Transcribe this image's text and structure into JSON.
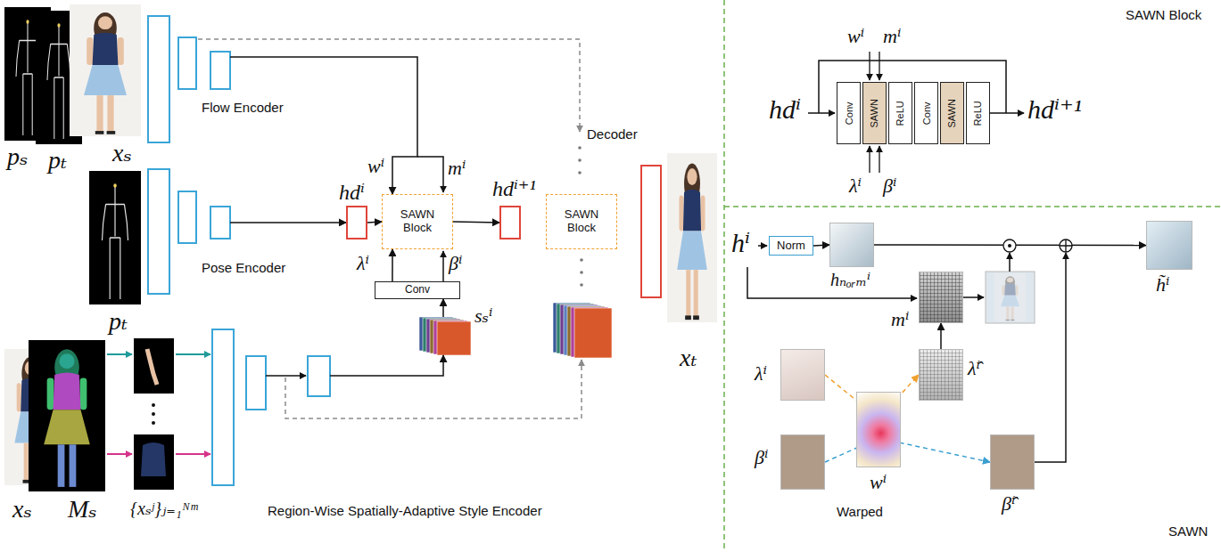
{
  "diagram": {
    "nodes": [
      {
        "text": [
          "Flow Encoder"
        ]
      },
      {
        "text": [
          "Pose Encoder"
        ]
      },
      {
        "text": [
          "Region-Wise Spatially-Adaptive Style Encoder"
        ]
      },
      {
        "text": [
          "hdⁱ"
        ]
      },
      {
        "text": [
          "SAWN Block"
        ]
      },
      {
        "text": [
          "hdⁱ⁺¹"
        ]
      },
      {
        "text": [
          "SAWN Block"
        ]
      },
      {
        "text": [
          "Decoder"
        ]
      },
      {
        "text": [
          "Conv"
        ]
      },
      {
        "text": [
          "sₛⁱ"
        ]
      },
      {
        "text": [
          "Conv"
        ]
      },
      {
        "text": [
          "SAWN"
        ]
      },
      {
        "text": [
          "ReLU"
        ]
      },
      {
        "text": [
          "Conv"
        ]
      },
      {
        "text": [
          "SAWN"
        ]
      },
      {
        "text": [
          "ReLU"
        ]
      },
      {
        "text": [
          "Norm"
        ]
      },
      {
        "text": [
          "hₙₒᵣₘⁱ"
        ]
      },
      {
        "text": [
          "mⁱ"
        ]
      },
      {
        "text": [
          "λⁱ"
        ]
      },
      {
        "text": [
          "λ̂ⁱ"
        ]
      },
      {
        "text": [
          "wⁱ"
        ]
      },
      {
        "text": [
          "βⁱ"
        ]
      },
      {
        "text": [
          "β̂ⁱ"
        ]
      },
      {
        "text": [
          "h̃ⁱ"
        ]
      }
    ],
    "edges": [
      {
        "from": 1,
        "to": 3,
        "arrow": "to"
      },
      {
        "from": 3,
        "to": 4,
        "arrow": "to"
      },
      {
        "from": 4,
        "to": 5,
        "arrow": "to"
      },
      {
        "from": 0,
        "to": 4,
        "arrow": "to"
      },
      {
        "from": 8,
        "to": 4,
        "arrow": "to"
      },
      {
        "from": 9,
        "to": 8,
        "arrow": "to"
      },
      {
        "from": 2,
        "to": 9,
        "arrow": "to"
      },
      {
        "from": 16,
        "to": 17,
        "arrow": "to"
      },
      {
        "from": 17,
        "to": 24,
        "arrow": "to"
      },
      {
        "from": 20,
        "to": 18,
        "arrow": "to"
      },
      {
        "from": 19,
        "to": 20,
        "arrow": "to"
      },
      {
        "from": 22,
        "to": 23,
        "arrow": "to"
      }
    ],
    "labels": [
      "pₛ",
      "pₜ",
      "xₛ",
      "pₜ",
      "wⁱ",
      "mⁱ",
      "λⁱ",
      "βⁱ",
      "xₜ",
      "xₛ",
      "Mₛ",
      "{xₛʲ}ⱼ₌₁ᴺᵐ",
      "SAWN Block",
      "hdⁱ",
      "hdⁱ⁺¹",
      "wⁱ",
      "mⁱ",
      "λⁱ",
      "βⁱ",
      "hⁱ",
      "Warped",
      "SAWN"
    ]
  }
}
